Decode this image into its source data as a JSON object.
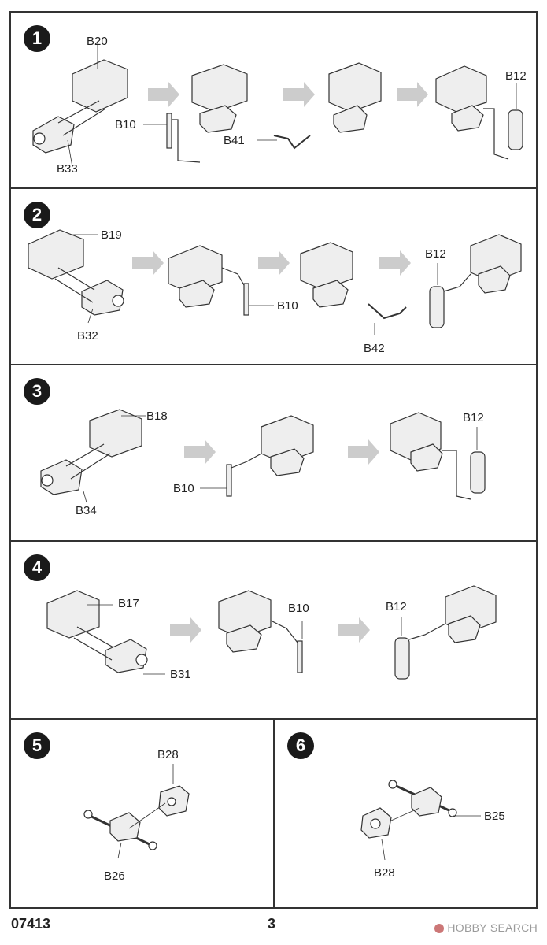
{
  "steps": [
    {
      "number": "1",
      "labels": {
        "top": "B20",
        "bottom": "B33",
        "rod": "B10",
        "link": "B41",
        "grip": "B12"
      }
    },
    {
      "number": "2",
      "labels": {
        "top": "B19",
        "bottom": "B32",
        "rod": "B10",
        "link": "B42",
        "grip": "B12"
      }
    },
    {
      "number": "3",
      "labels": {
        "top": "B18",
        "bottom": "B34",
        "rod": "B10",
        "grip": "B12"
      }
    },
    {
      "number": "4",
      "labels": {
        "top": "B17",
        "bottom": "B31",
        "rod": "B10",
        "grip": "B12"
      }
    },
    {
      "number": "5",
      "labels": {
        "top": "B28",
        "bottom": "B26"
      }
    },
    {
      "number": "6",
      "labels": {
        "right": "B25",
        "bottom": "B28"
      }
    }
  ],
  "footer": {
    "code": "07413",
    "page": "3",
    "watermark": "HOBBY SEARCH"
  }
}
